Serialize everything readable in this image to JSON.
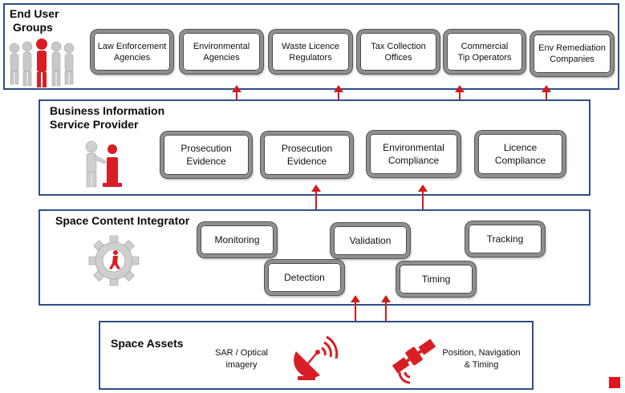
{
  "tiers": {
    "end_user": {
      "title_line1": "End User",
      "title_line2": "Groups",
      "boxes": [
        {
          "line1": "Law  Enforcement",
          "line2": "Agencies"
        },
        {
          "line1": "Environmental",
          "line2": "Agencies"
        },
        {
          "line1": "Waste Licence",
          "line2": "Regulators"
        },
        {
          "line1": "Tax Collection",
          "line2": "Offices"
        },
        {
          "line1": "Commercial",
          "line2": "Tip Operators"
        },
        {
          "line1": "Env Remediation",
          "line2": "Companies"
        }
      ]
    },
    "business": {
      "title_line1": "Business Information",
      "title_line2": "Service Provider",
      "boxes": [
        {
          "line1": "Prosecution",
          "line2": "Evidence"
        },
        {
          "line1": "Prosecution",
          "line2": "Evidence"
        },
        {
          "line1": "Environmental",
          "line2": "Compliance"
        },
        {
          "line1": "Licence",
          "line2": "Compliance"
        }
      ]
    },
    "integrator": {
      "title": "Space Content Integrator",
      "boxes": [
        "Monitoring",
        "Validation",
        "Tracking",
        "Detection",
        "Timing"
      ]
    },
    "assets": {
      "title": "Space Assets",
      "sar_line1": "SAR / Optical",
      "sar_line2": "imagery",
      "pnt_line1": "Position, Navigation",
      "pnt_line2": "& Timing"
    }
  },
  "colors": {
    "frame": "#2e4f86",
    "arrow": "#d11a1a",
    "accent_red": "#e0161d"
  },
  "icons": [
    "people-group-icon",
    "info-figure-icon",
    "gear-runner-icon",
    "satellite-dish-icon",
    "satellite-icon"
  ]
}
